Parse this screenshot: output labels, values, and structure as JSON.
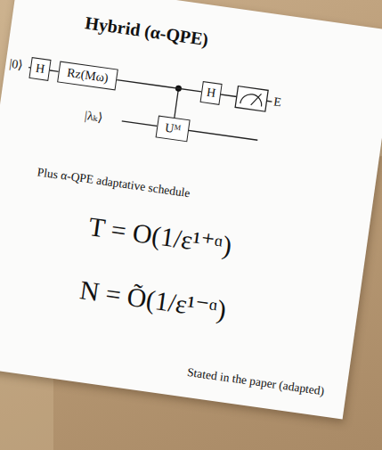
{
  "diagram": {
    "title": "Hybrid (α-QPE)",
    "nodes": [
      {
        "text": [
          "H"
        ]
      },
      {
        "text": [
          "Rz(Mω)"
        ]
      },
      {
        "text": [
          "H"
        ]
      },
      {
        "text": [
          "Uᴹ"
        ]
      }
    ],
    "edges": [
      {
        "from": 0,
        "to": 1,
        "arrow": "none"
      },
      {
        "from": 1,
        "to": 2,
        "arrow": "none"
      }
    ],
    "labels": [
      "|0⟩",
      "E",
      "|λₖ⟩",
      "Plus α-QPE adaptative schedule",
      "T = O(1/ε¹⁺ᵅ)",
      "N = Õ(1/ε¹⁻ᵅ)",
      "Stated in the paper (adapted)"
    ]
  }
}
